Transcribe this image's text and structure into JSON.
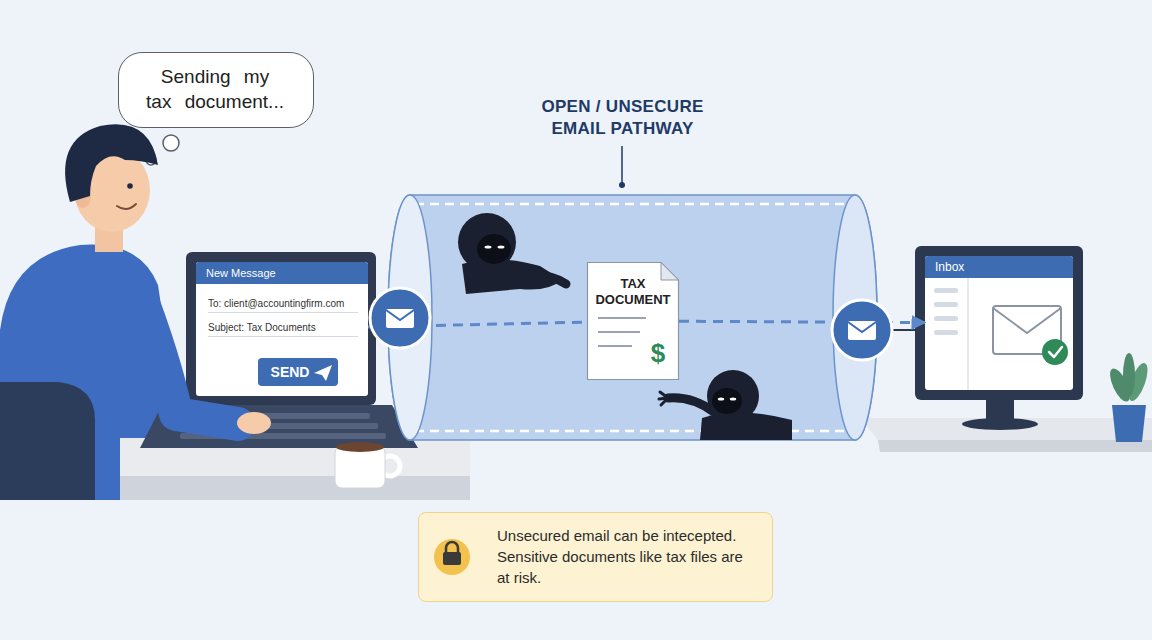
{
  "diagram": {
    "nodes": [
      {
        "text": [
          "Sending my tax document..."
        ]
      },
      {
        "text": [
          "New Message",
          "To: client@accountingfirm.com",
          "Subject: Tax Documents"
        ]
      },
      {
        "text": [
          "SEND"
        ],
        "in": 1
      },
      {
        "text": [
          "OPEN / UNSECURE EMAIL PATHWAY"
        ]
      },
      {
        "text": [
          "TAX DOCUMENT",
          "$"
        ],
        "in": 3
      },
      {
        "text": [
          "Inbox"
        ]
      },
      {
        "text": [
          "Unsecured email can be intecepted. Sensitive documents like tax files are at risk."
        ]
      }
    ],
    "edges": [
      {
        "from": 1,
        "to": 4,
        "arrow": "none"
      },
      {
        "from": 4,
        "to": 5,
        "arrow": "to"
      }
    ]
  }
}
